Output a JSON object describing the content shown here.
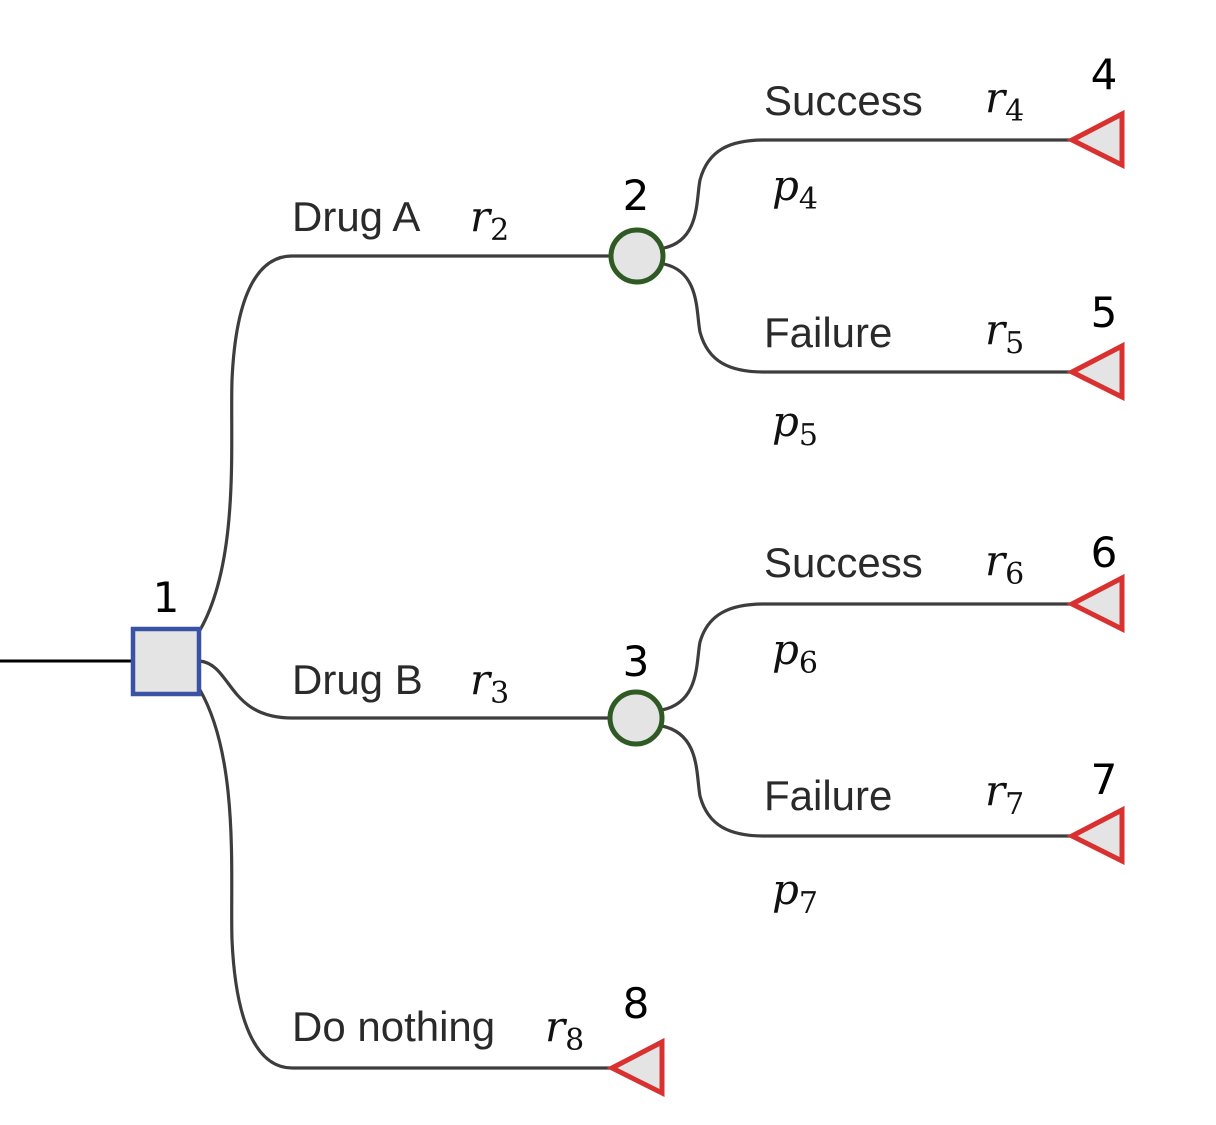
{
  "colors": {
    "edge": "#3d3d3d",
    "decision_stroke": "#3a52a3",
    "decision_fill": "#e4e4e4",
    "chance_stroke": "#2f5a24",
    "chance_fill": "#e4e4e4",
    "terminal_stroke": "#d93030",
    "terminal_fill": "#e4e4e4"
  },
  "nodes": [
    {
      "id": "1",
      "type": "decision",
      "label": "1"
    },
    {
      "id": "2",
      "type": "chance",
      "label": "2"
    },
    {
      "id": "3",
      "type": "chance",
      "label": "3"
    },
    {
      "id": "4",
      "type": "terminal",
      "label": "4"
    },
    {
      "id": "5",
      "type": "terminal",
      "label": "5"
    },
    {
      "id": "6",
      "type": "terminal",
      "label": "6"
    },
    {
      "id": "7",
      "type": "terminal",
      "label": "7"
    },
    {
      "id": "8",
      "type": "terminal",
      "label": "8"
    }
  ],
  "branches": [
    {
      "from": "1",
      "to": "2",
      "label": "Drug A",
      "reward": {
        "sym": "r",
        "sub": "2"
      }
    },
    {
      "from": "1",
      "to": "3",
      "label": "Drug B",
      "reward": {
        "sym": "r",
        "sub": "3"
      }
    },
    {
      "from": "1",
      "to": "8",
      "label": "Do nothing",
      "reward": {
        "sym": "r",
        "sub": "8"
      }
    },
    {
      "from": "2",
      "to": "4",
      "label": "Success",
      "reward": {
        "sym": "r",
        "sub": "4"
      },
      "prob": {
        "sym": "p",
        "sub": "4"
      }
    },
    {
      "from": "2",
      "to": "5",
      "label": "Failure",
      "reward": {
        "sym": "r",
        "sub": "5"
      },
      "prob": {
        "sym": "p",
        "sub": "5"
      }
    },
    {
      "from": "3",
      "to": "6",
      "label": "Success",
      "reward": {
        "sym": "r",
        "sub": "6"
      },
      "prob": {
        "sym": "p",
        "sub": "6"
      }
    },
    {
      "from": "3",
      "to": "7",
      "label": "Failure",
      "reward": {
        "sym": "r",
        "sub": "7"
      },
      "prob": {
        "sym": "p",
        "sub": "7"
      }
    }
  ]
}
